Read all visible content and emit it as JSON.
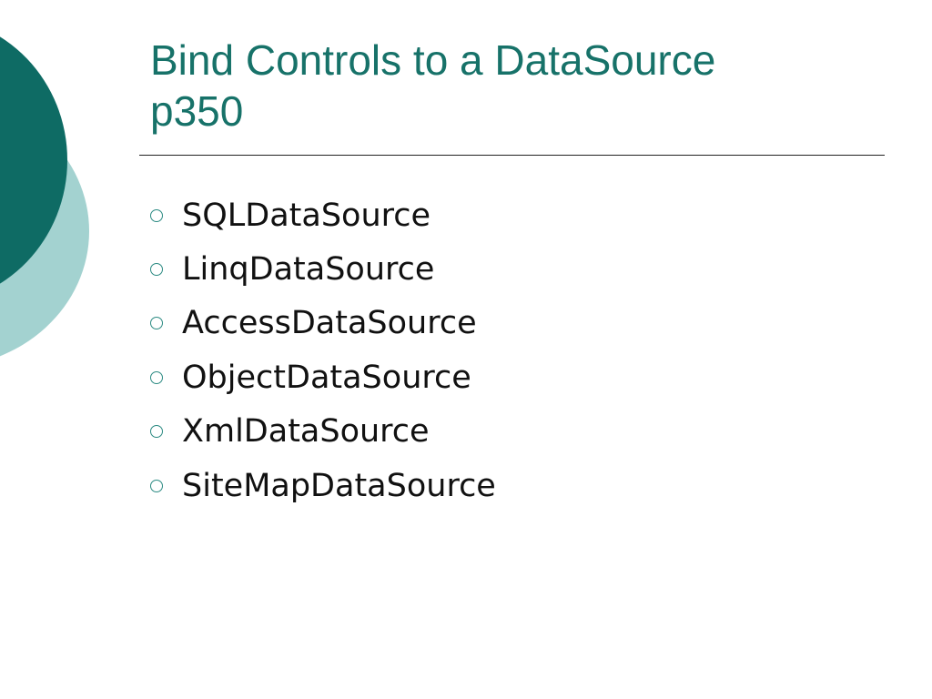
{
  "slide": {
    "title_line_1": "Bind Controls to a DataSource",
    "title_line_2": "p350",
    "bullets": [
      "SQLDataSource",
      "LinqDataSource",
      "AccessDataSource",
      "ObjectDataSource",
      "XmlDataSource",
      "SiteMapDataSource"
    ]
  },
  "colors": {
    "title": "#177269",
    "accent_dark": "#0e6b64",
    "accent_light": "#a3d2d0",
    "bullet_marker": "#2b8a82"
  },
  "icons": {
    "bullet": "hollow-circle-bullet-icon"
  }
}
